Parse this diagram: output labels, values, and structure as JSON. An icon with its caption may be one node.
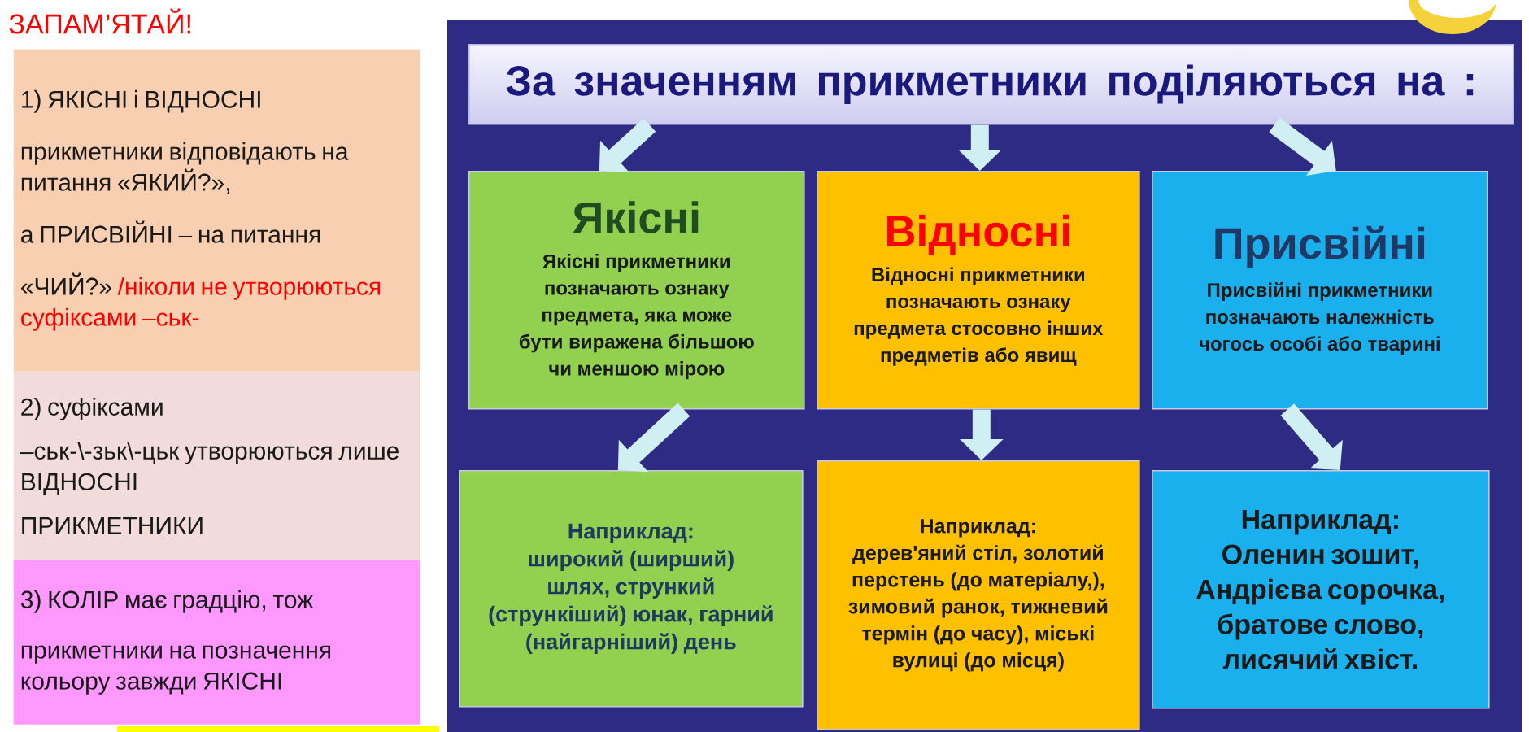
{
  "diagram": {
    "nodes": [
      {
        "text": [
          "1) ЯКІСНІ і ВІДНОСНІ",
          "прикметники відповідають на питання «ЯКИЙ?»,",
          "а ПРИСВІЙНІ – на питання",
          "«ЧИЙ?»",
          "/ніколи не утворюються суфіксами –ськ-"
        ]
      },
      {
        "text": [
          "2) суфіксами",
          "–ськ-\\-зьк\\-цьк утворюються лише ВІДНОСНІ",
          "ПРИКМЕТНИКИ"
        ]
      },
      {
        "text": [
          "3) КОЛІР має градцію, тож",
          "прикметники на позначення кольору завжди ЯКІСНІ"
        ]
      },
      {
        "text": [
          "За значенням прикметники поділяються на :"
        ]
      },
      {
        "text": [
          "Якісні",
          "Якісні прикметники позначають ознаку предмета, яка може бути виражена більшою чи меншою мірою"
        ]
      },
      {
        "text": [
          "Відносні",
          "Відносні прикметники позначають ознаку предмета стосовно інших предметів або явищ"
        ]
      },
      {
        "text": [
          "Присвійні",
          "Присвійні прикметники позначають належність чогось особі або тварині"
        ]
      },
      {
        "text": [
          "Наприклад:",
          "широкий (ширший) шлях, стрункий (стрункіший) юнак, гарний (найгарніший) день"
        ]
      },
      {
        "text": [
          "Наприклад:",
          "дерев'яний стіл, золотий перстень (до матеріалу,), зимовий ранок, тижневий термін (до часу), міські вулиці (до місця)"
        ]
      },
      {
        "text": [
          "Наприклад:",
          "Оленин зошит, Андрієва сорочка, братове слово, лисячий хвіст."
        ]
      }
    ],
    "edges": [
      {
        "from": 3,
        "to": 4,
        "arrow": "to"
      },
      {
        "from": 3,
        "to": 5,
        "arrow": "to"
      },
      {
        "from": 3,
        "to": 6,
        "arrow": "to"
      },
      {
        "from": 4,
        "to": 7,
        "arrow": "to"
      },
      {
        "from": 5,
        "to": 8,
        "arrow": "to"
      },
      {
        "from": 6,
        "to": 9,
        "arrow": "to"
      }
    ],
    "labels": [
      "ЗАПАМ’ЯТАЙ!"
    ]
  }
}
